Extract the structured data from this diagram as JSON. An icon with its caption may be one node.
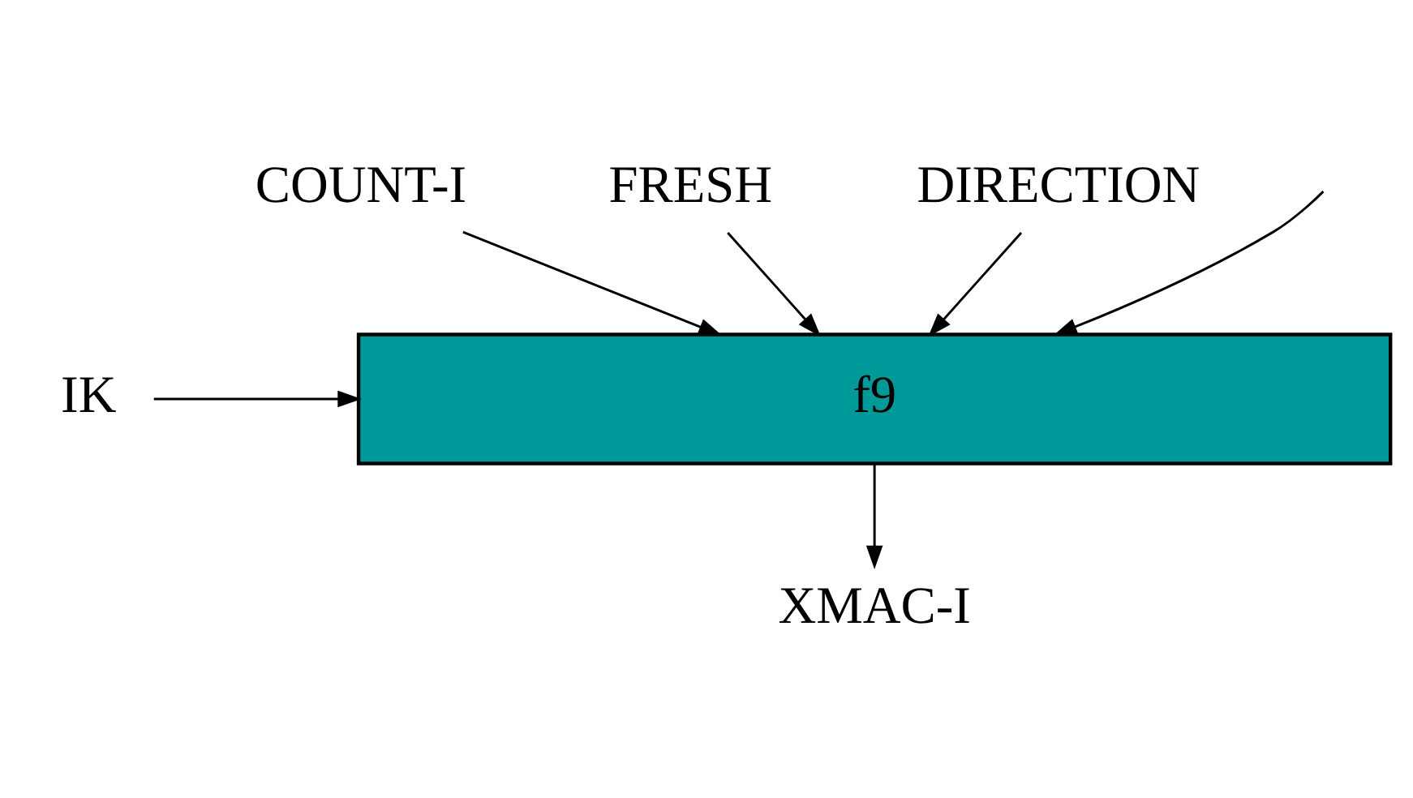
{
  "diagram": {
    "nodes": [
      {
        "text": [
          "f9"
        ]
      },
      {
        "text": [
          "COUNT-I"
        ]
      },
      {
        "text": [
          "FRESH"
        ]
      },
      {
        "text": [
          "DIRECTION"
        ]
      },
      {
        "text": [
          "IK"
        ]
      },
      {
        "text": [
          "XMAC-I"
        ]
      }
    ],
    "edges": [
      {
        "from": null,
        "to": 0,
        "arrow": "to"
      },
      {
        "from": 1,
        "to": 0,
        "arrow": "to"
      },
      {
        "from": 2,
        "to": 0,
        "arrow": "to"
      },
      {
        "from": 3,
        "to": 0,
        "arrow": "to"
      },
      {
        "from": 4,
        "to": 0,
        "arrow": "to"
      },
      {
        "from": 0,
        "to": 5,
        "arrow": "to"
      }
    ]
  }
}
